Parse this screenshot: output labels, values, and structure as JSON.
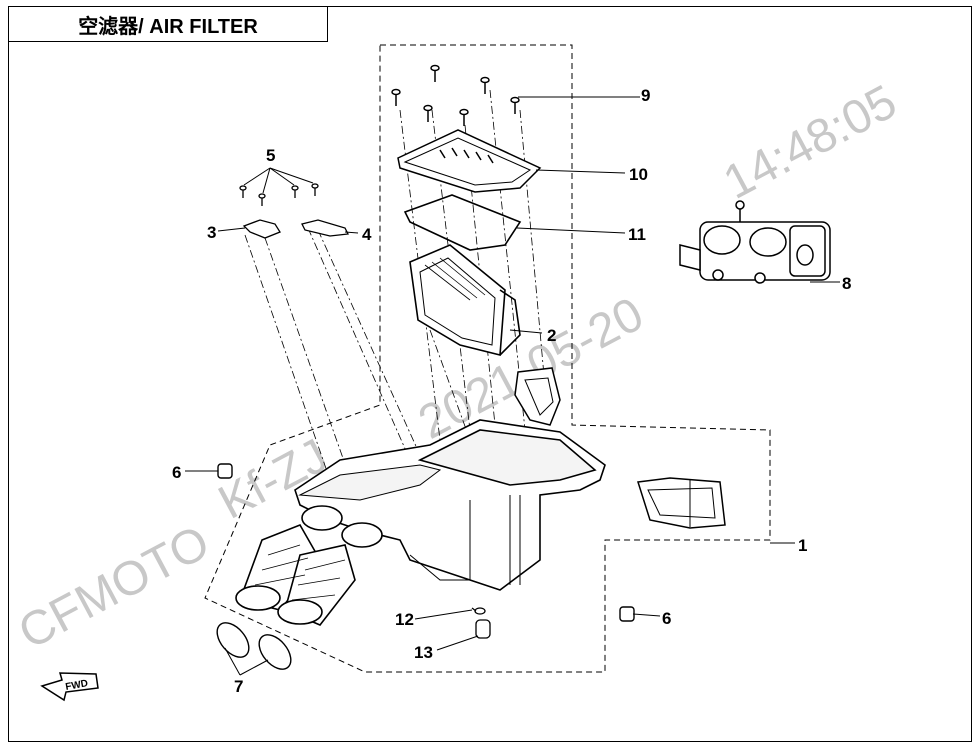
{
  "title": "空滤器/ AIR FILTER",
  "watermark": {
    "brand": "CFMOTO",
    "model": "Kf-ZJ",
    "date": "2021-05-20",
    "time": "14:48:05"
  },
  "callouts": [
    {
      "id": "c1",
      "label": "1"
    },
    {
      "id": "c2",
      "label": "2"
    },
    {
      "id": "c3",
      "label": "3"
    },
    {
      "id": "c4",
      "label": "4"
    },
    {
      "id": "c5",
      "label": "5"
    },
    {
      "id": "c6a",
      "label": "6"
    },
    {
      "id": "c6b",
      "label": "6"
    },
    {
      "id": "c7",
      "label": "7"
    },
    {
      "id": "c8",
      "label": "8"
    },
    {
      "id": "c9",
      "label": "9"
    },
    {
      "id": "c10",
      "label": "10"
    },
    {
      "id": "c11",
      "label": "11"
    },
    {
      "id": "c12",
      "label": "12"
    },
    {
      "id": "c13",
      "label": "13"
    }
  ],
  "fwd_label": "FWD",
  "colors": {
    "line": "#000000",
    "watermark": "#c8c8c8"
  }
}
